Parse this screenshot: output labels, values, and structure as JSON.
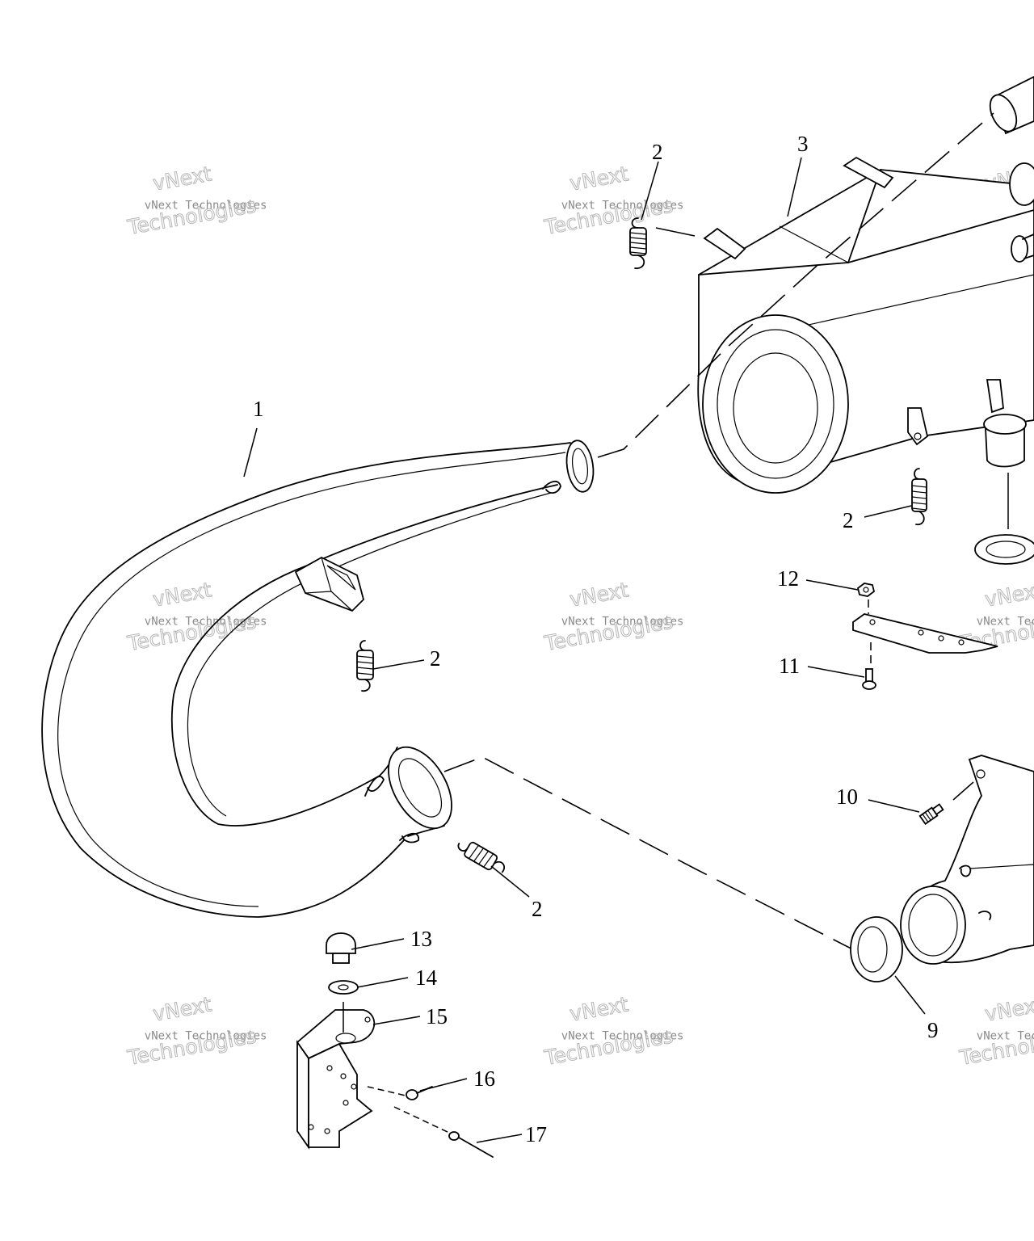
{
  "diagram": {
    "callouts": [
      {
        "id": "callout-1",
        "text": "1"
      },
      {
        "id": "callout-2a",
        "text": "2"
      },
      {
        "id": "callout-2b",
        "text": "2"
      },
      {
        "id": "callout-2c",
        "text": "2"
      },
      {
        "id": "callout-2d",
        "text": "2"
      },
      {
        "id": "callout-3",
        "text": "3"
      },
      {
        "id": "callout-9",
        "text": "9"
      },
      {
        "id": "callout-10",
        "text": "10"
      },
      {
        "id": "callout-11",
        "text": "11"
      },
      {
        "id": "callout-12",
        "text": "12"
      },
      {
        "id": "callout-13",
        "text": "13"
      },
      {
        "id": "callout-14",
        "text": "14"
      },
      {
        "id": "callout-15",
        "text": "15"
      },
      {
        "id": "callout-16",
        "text": "16"
      },
      {
        "id": "callout-17",
        "text": "17"
      }
    ],
    "watermark": {
      "line1": "vNext",
      "line2": "vNext Technologies",
      "line3": "Technologies"
    }
  }
}
